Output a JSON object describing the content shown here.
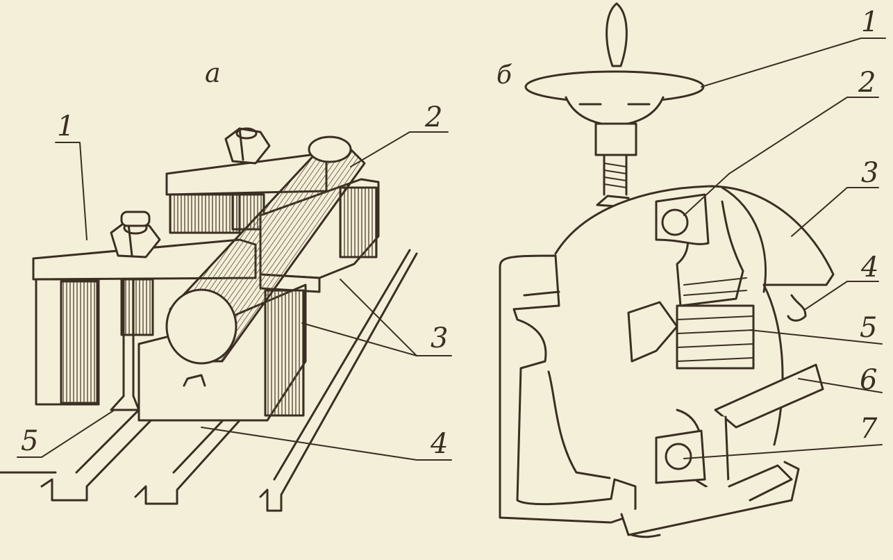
{
  "panel_a": {
    "letter": "а",
    "callouts": [
      {
        "id": "a-1",
        "label": "1"
      },
      {
        "id": "a-2",
        "label": "2"
      },
      {
        "id": "a-3",
        "label": "3"
      },
      {
        "id": "a-4",
        "label": "4"
      },
      {
        "id": "a-5",
        "label": "5"
      }
    ]
  },
  "panel_b": {
    "letter": "б",
    "callouts": [
      {
        "id": "b-1",
        "label": "1"
      },
      {
        "id": "b-2",
        "label": "2"
      },
      {
        "id": "b-3",
        "label": "3"
      },
      {
        "id": "b-4",
        "label": "4"
      },
      {
        "id": "b-5",
        "label": "5"
      },
      {
        "id": "b-6",
        "label": "6"
      },
      {
        "id": "b-7",
        "label": "7"
      }
    ]
  },
  "colors": {
    "paper": "#f4efd9",
    "ink": "#3a2f22",
    "hatch": "#5a4a38"
  }
}
